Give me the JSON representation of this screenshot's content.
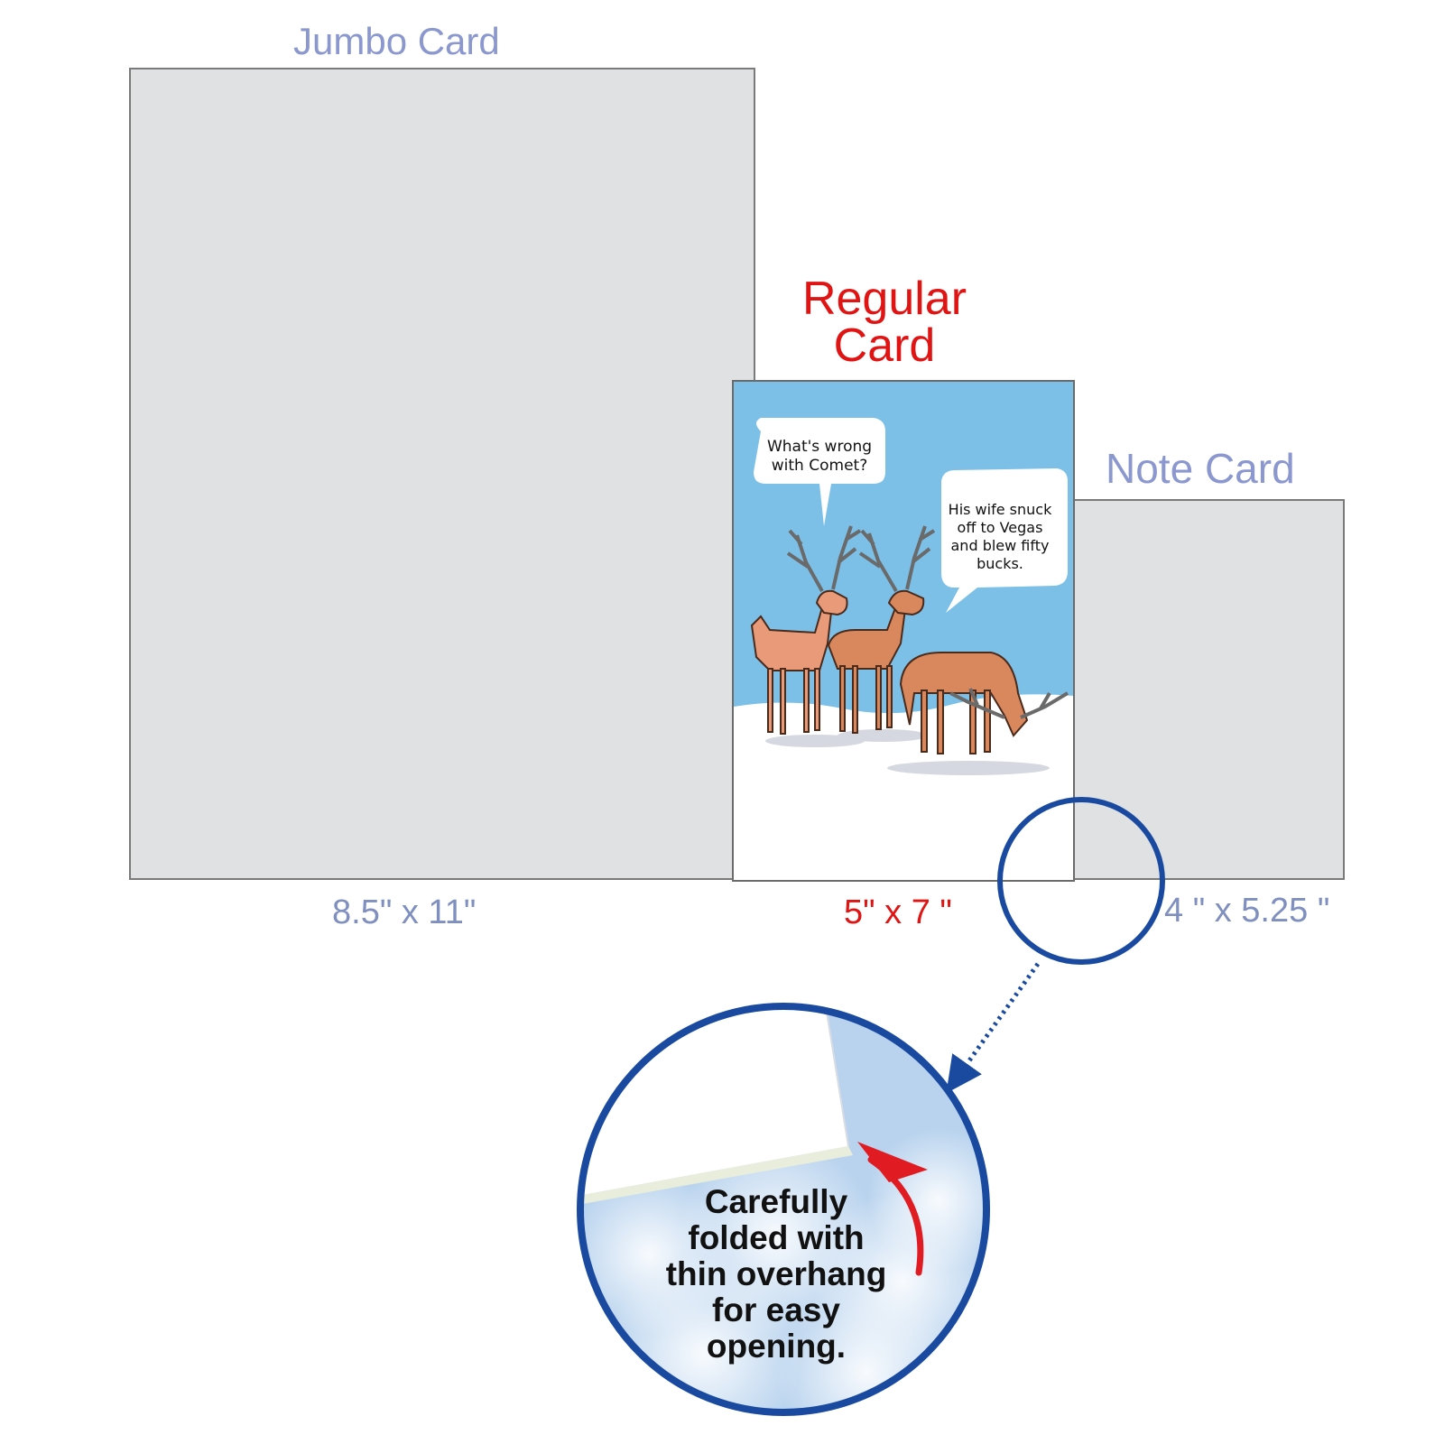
{
  "cards": {
    "jumbo": {
      "title": "Jumbo Card",
      "dimensions": "8.5\"   x 11\""
    },
    "regular": {
      "title_line1": "Regular",
      "title_line2": "Card",
      "dimensions": "5\" x 7 \""
    },
    "note": {
      "title": "Note Card",
      "dimensions": "4 \" x 5.25 \""
    }
  },
  "cartoon": {
    "bubble1": [
      "What's wrong",
      "with Comet?"
    ],
    "bubble2": [
      "His wife snuck",
      "off to Vegas",
      "and blew fifty",
      "bucks."
    ]
  },
  "zoom_caption": [
    "Carefully",
    "folded with",
    "thin overhang",
    "for easy",
    "opening."
  ],
  "colors": {
    "label_blue": "#8b97cf",
    "dim_blue": "#7f8fbf",
    "regular_red": "#e11414",
    "circle_blue": "#1a4aa0",
    "sky": "#7cc0e8",
    "reindeer": "#d9875d"
  }
}
